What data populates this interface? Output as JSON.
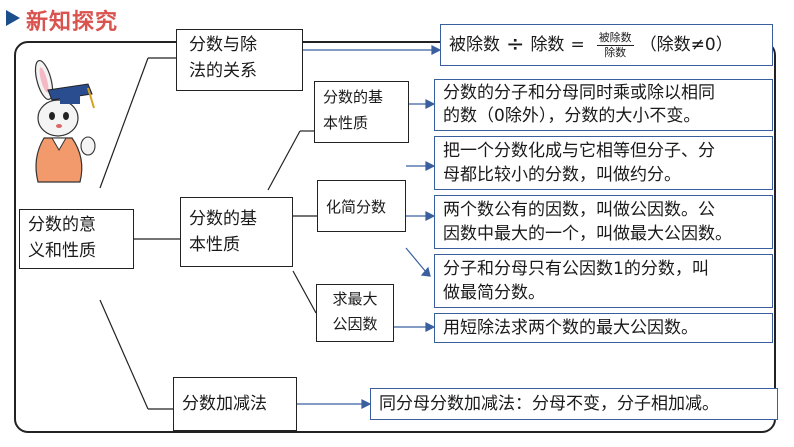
{
  "header": {
    "title": "新知探究"
  },
  "root": {
    "line1": "分数的意",
    "line2": "义和性质"
  },
  "relation": {
    "line1": "分数与除",
    "line2": "法的关系",
    "formula": {
      "left": "被除数",
      "div": "÷",
      "mid": "除数",
      "eq": "=",
      "num": "被除数",
      "den": "除数",
      "cond": "（除数≠0）"
    }
  },
  "basic_property": {
    "line1": "分数的基",
    "line2": "本性质",
    "sub": {
      "line1": "分数的基",
      "line2": "本性质"
    },
    "sub_desc": {
      "line1": "分数的分子和分母同时乘或除以相同",
      "line2": "的数（0除外），分数的大小不变。"
    },
    "simplify": {
      "label": "化简分数",
      "desc1": {
        "line1": "把一个分数化成与它相等但分子、分",
        "line2": "母都比较小的分数，叫做约分。"
      },
      "desc2": {
        "line1": "两个数公有的因数，叫做公因数。公",
        "line2": "因数中最大的一个，叫做最大公因数。"
      },
      "desc3": {
        "line1": "分子和分母只有公因数1的分数，叫",
        "line2": "做最简分数。"
      }
    },
    "gcd": {
      "line1": "求最大",
      "line2": "公因数",
      "desc": "用短除法求两个数的最大公因数。"
    }
  },
  "addsub": {
    "label": "分数加减法",
    "desc": "同分母分数加减法：分母不变，分子相加减。"
  }
}
